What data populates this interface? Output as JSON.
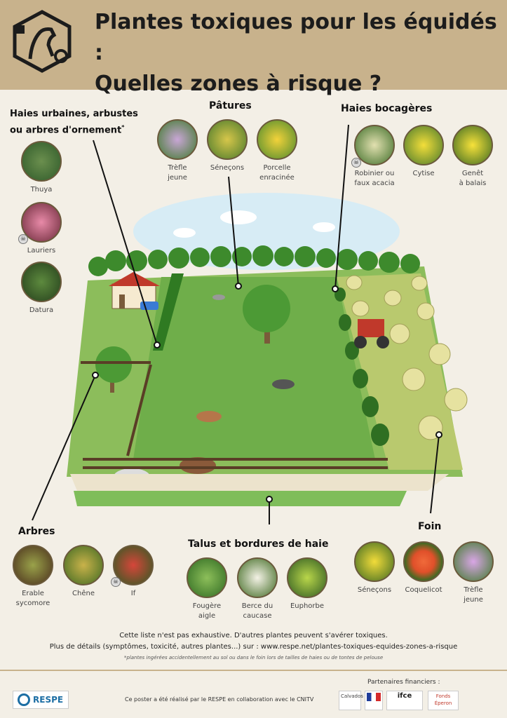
{
  "header": {
    "title_line1": "Plantes toxiques pour les équidés :",
    "title_line2": "Quelles zones à risque ?"
  },
  "sections": {
    "haies_urbaines_line1": "Haies urbaines, arbustes",
    "haies_urbaines_line2": "ou arbres d'ornement",
    "haies_urbaines_mark": "*",
    "patures": "Pâtures",
    "haies_bocageres": "Haies bocagères",
    "arbres": "Arbres",
    "talus": "Talus et bordures de haie",
    "foin": "Foin"
  },
  "plants": {
    "thuya": "Thuya",
    "lauriers": "Lauriers",
    "datura": "Datura",
    "trefle_jeune_1": "Trèfle",
    "trefle_jeune_2": "jeune",
    "senecons": "Séneçons",
    "porcelle_1": "Porcelle",
    "porcelle_2": "enracinée",
    "robinier_1": "Robinier ou",
    "robinier_2": "faux acacia",
    "cytise": "Cytise",
    "genet_1": "Genêt",
    "genet_2": "à balais",
    "erable_1": "Erable",
    "erable_2": "sycomore",
    "chene": "Chêne",
    "if": "If",
    "fougere_1": "Fougère",
    "fougere_2": "aigle",
    "berce_1": "Berce du",
    "berce_2": "caucase",
    "euphorbe": "Euphorbe",
    "foin_senecons": "Séneçons",
    "coquelicot": "Coquelicot",
    "foin_trefle_1": "Trèfle",
    "foin_trefle_2": "jeune"
  },
  "info": {
    "line1": "Cette liste n'est pas exhaustive. D'autres plantes peuvent s'avérer toxiques.",
    "line2": "Plus de détails (symptômes, toxicité, autres plantes...) sur : www.respe.net/plantes-toxiques-equides-zones-a-risque",
    "footnote": "*plantes ingérées accidentellement au sol ou dans le foin lors de tailles de haies ou de tontes de pelouse"
  },
  "footer": {
    "partners_label": "Partenaires financiers :",
    "credit": "Ce poster a été réalisé par le RESPE en collaboration avec le CNITV",
    "respe": "RESPE",
    "p_calvados": "Calvados",
    "p_ifce": "ifce",
    "p_eperon": "Fonds Éperon"
  },
  "colors": {
    "header_bg": "#c8b28c",
    "page_bg": "#f3efe6",
    "grass": "#6fae4a",
    "tree": "#3d8a2c"
  }
}
